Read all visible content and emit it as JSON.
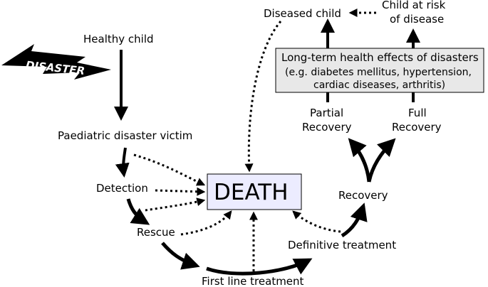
{
  "disaster": {
    "label": "DISASTER",
    "colors": {
      "bolt": "#000000",
      "text": "#ffffff"
    }
  },
  "nodes": {
    "healthy_child": "Healthy child",
    "victim": "Paediatric disaster victim",
    "detection": "Detection",
    "rescue": "Rescue",
    "first_line": "First line treatment",
    "definitive": "Definitive treatment",
    "recovery": "Recovery",
    "partial": [
      "Partial",
      "Recovery"
    ],
    "full": [
      "Full",
      "Recovery"
    ],
    "diseased": "Diseased child",
    "at_risk": [
      "Child at risk",
      "of disease"
    ],
    "death": "DEATH"
  },
  "long_term_box": {
    "title": "Long-term health effects of disasters",
    "lines": [
      "(e.g. diabetes mellitus, hypertension,",
      "cardiac diseases, arthritis)"
    ]
  },
  "colors": {
    "death_box_fill": "#ececff",
    "long_term_box_fill": "#e8e8e8",
    "stroke": "#000000"
  }
}
